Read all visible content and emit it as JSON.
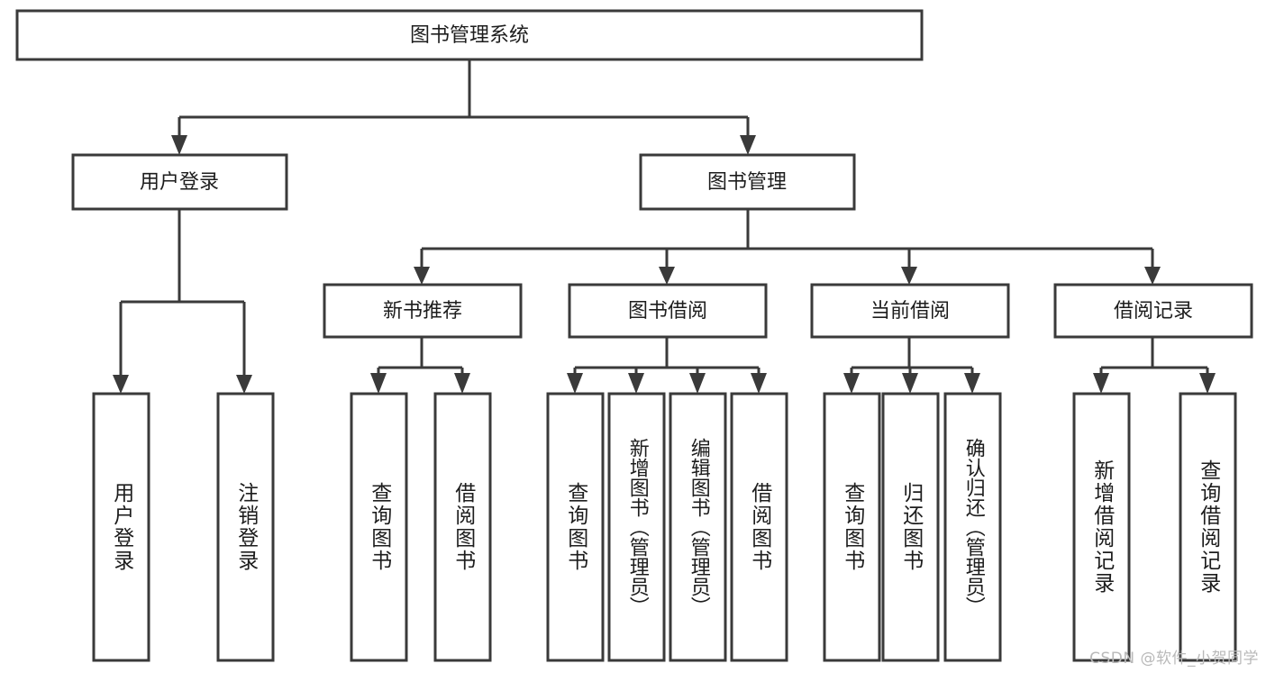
{
  "diagram": {
    "type": "tree-hierarchy",
    "title": "图书管理系统",
    "watermark": "CSDN @软件_小贺同学",
    "colors": {
      "stroke": "#3a3a3a",
      "box_fill": "#ffffff",
      "text": "#1d1d1d",
      "background": "#ffffff",
      "watermark": "#b9b9b9"
    },
    "root": {
      "label": "图书管理系统",
      "orientation": "horizontal"
    },
    "level2": [
      {
        "label": "用户登录",
        "orientation": "horizontal"
      },
      {
        "label": "图书管理",
        "orientation": "horizontal"
      }
    ],
    "level3": [
      {
        "label": "新书推荐",
        "orientation": "horizontal",
        "parent": "图书管理"
      },
      {
        "label": "图书借阅",
        "orientation": "horizontal",
        "parent": "图书管理"
      },
      {
        "label": "当前借阅",
        "orientation": "horizontal",
        "parent": "图书管理"
      },
      {
        "label": "借阅记录",
        "orientation": "horizontal",
        "parent": "图书管理"
      }
    ],
    "leaves": {
      "user_login": [
        {
          "label": "用户登录",
          "orientation": "vertical"
        },
        {
          "label": "注销登录",
          "orientation": "vertical"
        }
      ],
      "new_book_recommend": [
        {
          "label": "查询图书",
          "orientation": "vertical"
        },
        {
          "label": "借阅图书",
          "orientation": "vertical"
        }
      ],
      "book_borrow": [
        {
          "label": "查询图书",
          "orientation": "vertical"
        },
        {
          "label": "新增图书（管理员）",
          "orientation": "vertical"
        },
        {
          "label": "编辑图书（管理员）",
          "orientation": "vertical"
        },
        {
          "label": "借阅图书",
          "orientation": "vertical"
        }
      ],
      "current_borrow": [
        {
          "label": "查询图书",
          "orientation": "vertical"
        },
        {
          "label": "归还图书",
          "orientation": "vertical"
        },
        {
          "label": "确认归还（管理员）",
          "orientation": "vertical"
        }
      ],
      "borrow_record": [
        {
          "label": "新增借阅记录",
          "orientation": "vertical"
        },
        {
          "label": "查询借阅记录",
          "orientation": "vertical"
        }
      ]
    }
  }
}
